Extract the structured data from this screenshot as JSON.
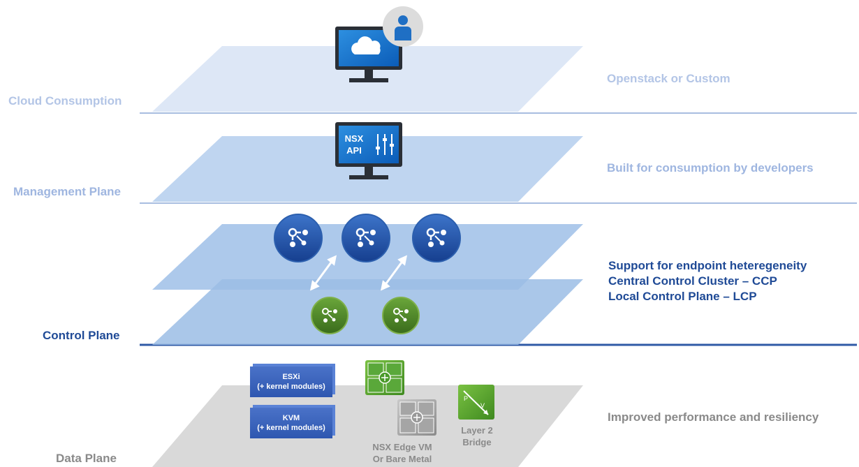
{
  "planes": {
    "cloud_consumption": {
      "label": "Cloud Consumption",
      "description": "Openstack or Custom"
    },
    "management": {
      "label": "Management Plane",
      "description": "Built for consumption by developers",
      "api_line1": "NSX",
      "api_line2": "API"
    },
    "control": {
      "label": "Control Plane",
      "description_lines": [
        "Support for endpoint heteregeneity",
        "Central Control Cluster – CCP",
        "Local Control Plane – LCP"
      ]
    },
    "data": {
      "label": "Data Plane",
      "description": "Improved performance and resiliency",
      "esxi": {
        "title": "ESXi",
        "sub": "(+ kernel modules)"
      },
      "kvm": {
        "title": "KVM",
        "sub": "(+ kernel modules)"
      },
      "edge_line1": "NSX Edge VM",
      "edge_line2": "Or Bare Metal",
      "bridge_line1": "Layer 2",
      "bridge_line2": "Bridge"
    }
  },
  "colors": {
    "cloud_text": "#b3c5e6",
    "mgmt_text": "#9fb6e0",
    "control_text": "#1f4a96",
    "data_text": "#8a8a8a",
    "divider": "#a8bde0",
    "control_divider": "#2f5aa6",
    "node_blue": "#1e5ab0",
    "node_green": "#4f8a2a"
  }
}
